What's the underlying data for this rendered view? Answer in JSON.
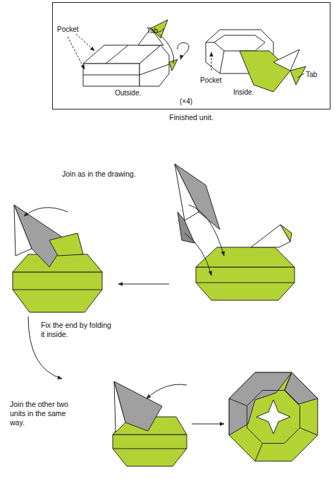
{
  "diagram": {
    "caption": "Finished unit.",
    "nodes": [
      {
        "text": [
          "Pocket",
          "Tab",
          "Outside.",
          "Pocket",
          "Tab",
          "Inside.",
          "(×4)"
        ]
      }
    ],
    "labels": [
      "Join as in the drawing.",
      "Fix the end by folding it inside.",
      "Join the other two units in the same way."
    ]
  }
}
